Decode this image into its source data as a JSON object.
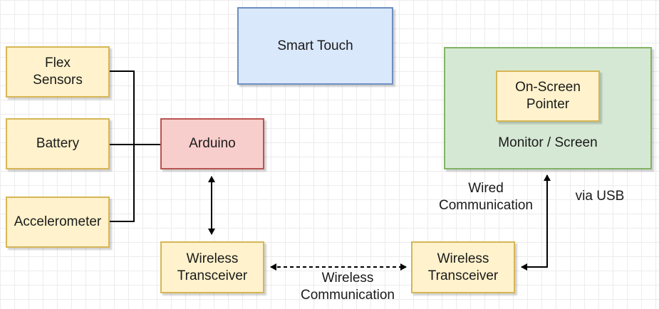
{
  "nodes": {
    "flex_sensors": "Flex\nSensors",
    "battery": "Battery",
    "accelerometer": "Accelerometer",
    "smart_touch": "Smart Touch",
    "arduino": "Arduino",
    "monitor": "Monitor / Screen",
    "pointer": "On-Screen\nPointer",
    "transceiver_left": "Wireless\nTransceiver",
    "transceiver_right": "Wireless\nTransceiver"
  },
  "labels": {
    "wired": "Wired\nCommunication",
    "usb": "via USB",
    "wireless": "Wireless\nCommunication"
  },
  "colors": {
    "yellow_fill": "#fff2cc",
    "yellow_stroke": "#d6b656",
    "blue_fill": "#dae8fc",
    "red_fill": "#f8cecc",
    "green_fill": "#d5e8d4"
  }
}
